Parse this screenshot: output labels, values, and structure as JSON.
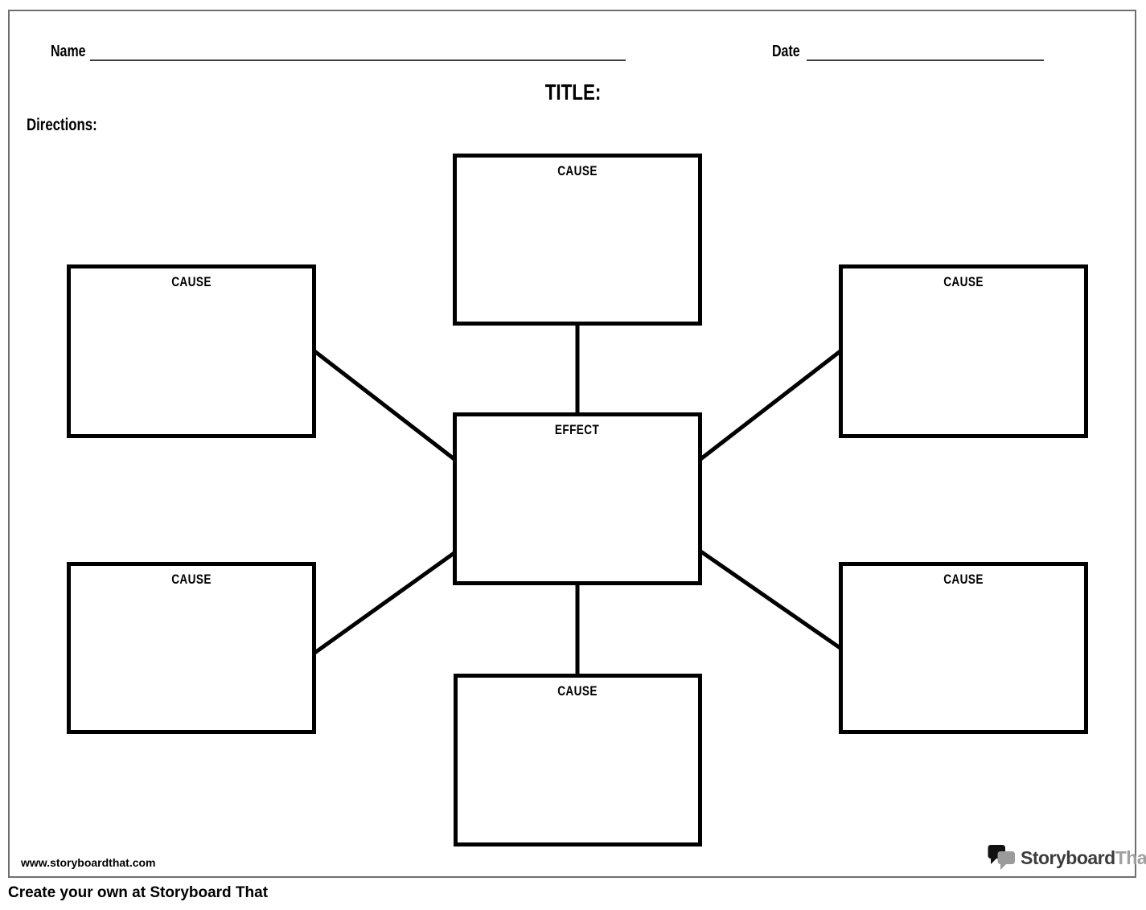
{
  "header": {
    "name_label": "Name",
    "date_label": "Date",
    "title": "TITLE:",
    "directions_label": "Directions:"
  },
  "diagram": {
    "type": "cause-and-effect-spider-map",
    "boxes": [
      {
        "id": "cause-top",
        "label": "CAUSE"
      },
      {
        "id": "cause-upper-left",
        "label": "CAUSE"
      },
      {
        "id": "cause-upper-right",
        "label": "CAUSE"
      },
      {
        "id": "effect-center",
        "label": "EFFECT"
      },
      {
        "id": "cause-lower-left",
        "label": "CAUSE"
      },
      {
        "id": "cause-lower-right",
        "label": "CAUSE"
      },
      {
        "id": "cause-bottom",
        "label": "CAUSE"
      }
    ],
    "connections": [
      "cause-top -> effect-center",
      "cause-upper-left -> effect-center",
      "cause-upper-right -> effect-center",
      "cause-lower-left -> effect-center",
      "cause-lower-right -> effect-center",
      "cause-bottom -> effect-center"
    ]
  },
  "footer": {
    "website": "www.storyboardthat.com",
    "credit": "Create your own at Storyboard That",
    "logo": {
      "icon": "speech-bubbles-icon",
      "text_primary": "Storyboard",
      "text_secondary": "That"
    }
  },
  "colors": {
    "box_border": "#000000",
    "connector": "#000000",
    "page_border": "#6f6f6f",
    "logo_bubble_back": "#111111",
    "logo_bubble_front": "#9b9b9b",
    "logo_text_primary": "#3c3c3c",
    "logo_text_secondary": "#a0a0a0"
  }
}
